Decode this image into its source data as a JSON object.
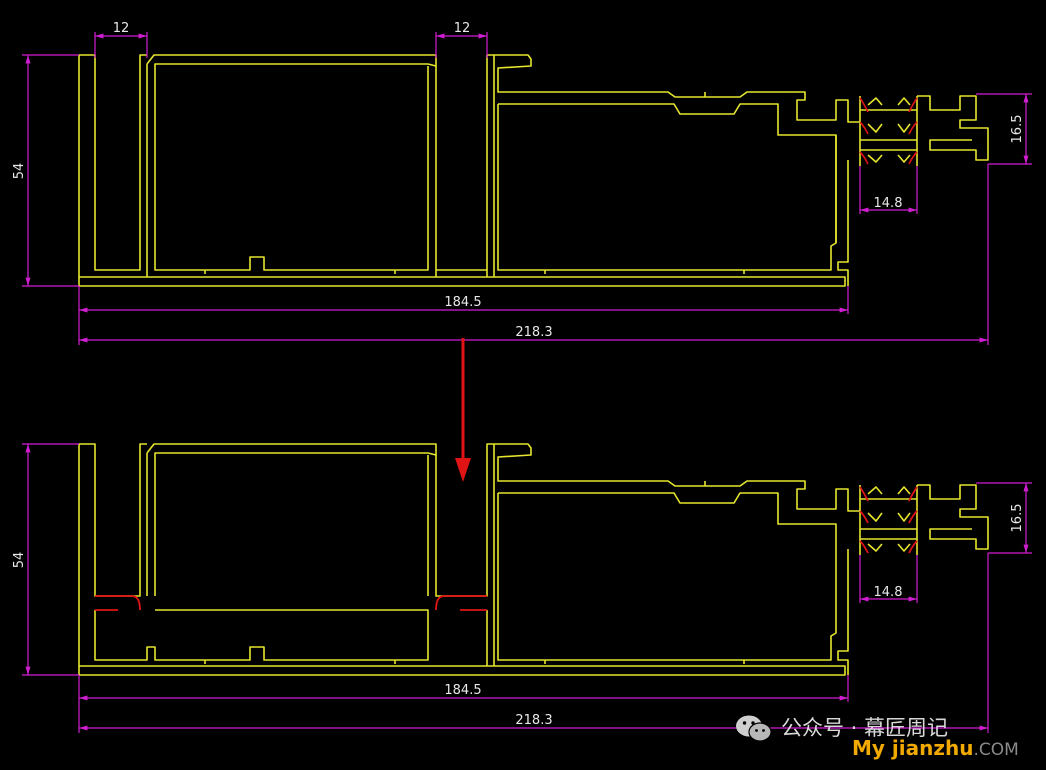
{
  "diagram": {
    "top_profile": {
      "dim_slot_left": "12",
      "dim_slot_right": "12",
      "dim_height": "54",
      "dim_right_height": "16.5",
      "dim_slot_width": "14.8",
      "dim_width_inner": "184.5",
      "dim_width_total": "218.3"
    },
    "bottom_profile": {
      "dim_height": "54",
      "dim_right_height": "16.5",
      "dim_slot_width": "14.8",
      "dim_width_inner": "184.5",
      "dim_width_total": "218.3"
    }
  },
  "colors": {
    "profile": "#e6e62e",
    "dimension": "#d21ed2",
    "highlight": "#e01414",
    "background": "#000000"
  },
  "watermark": {
    "icon": "wechat-icon",
    "line1": "公众号 · 幕匠周记",
    "brand": "My jianzhu",
    "suffix": ".COM"
  }
}
